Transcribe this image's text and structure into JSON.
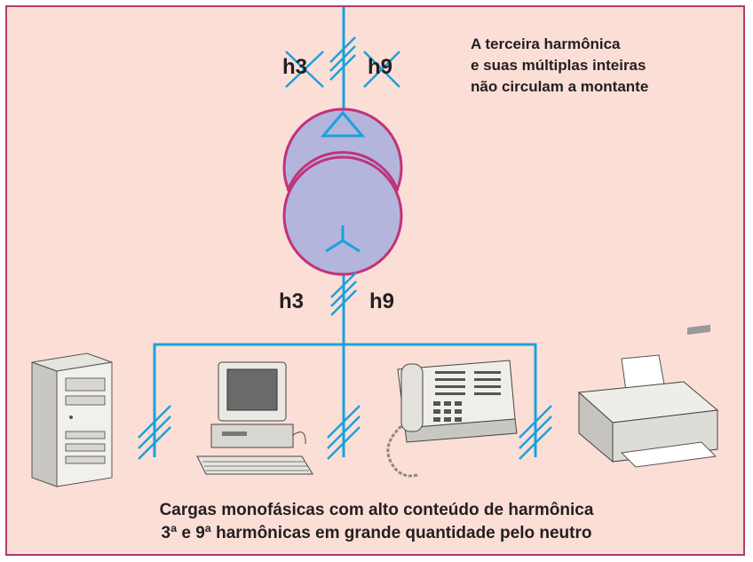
{
  "harmonics": {
    "upper_h3": "h3",
    "upper_h9": "h9",
    "lower_h3": "h3",
    "lower_h9": "h9"
  },
  "note": {
    "line1": "A terceira harmônica",
    "line2": "e suas múltiplas inteiras",
    "line3": "não circulam a montante"
  },
  "caption": {
    "line1": "Cargas monofásicas com alto conteúdo de harmônica",
    "line2": "3ª e 9ª harmônicas em grande quantidade pelo neutro"
  },
  "colors": {
    "background": "#fbded6",
    "border": "#b03a70",
    "line": "#1ba1dc",
    "transformer_fill": "#b3b5dc",
    "transformer_stroke": "#c0337a",
    "text": "#231f20"
  },
  "icons": [
    "delta-symbol-icon",
    "wye-symbol-icon",
    "pc-tower-icon",
    "desktop-computer-icon",
    "telephone-icon",
    "fax-printer-icon"
  ]
}
